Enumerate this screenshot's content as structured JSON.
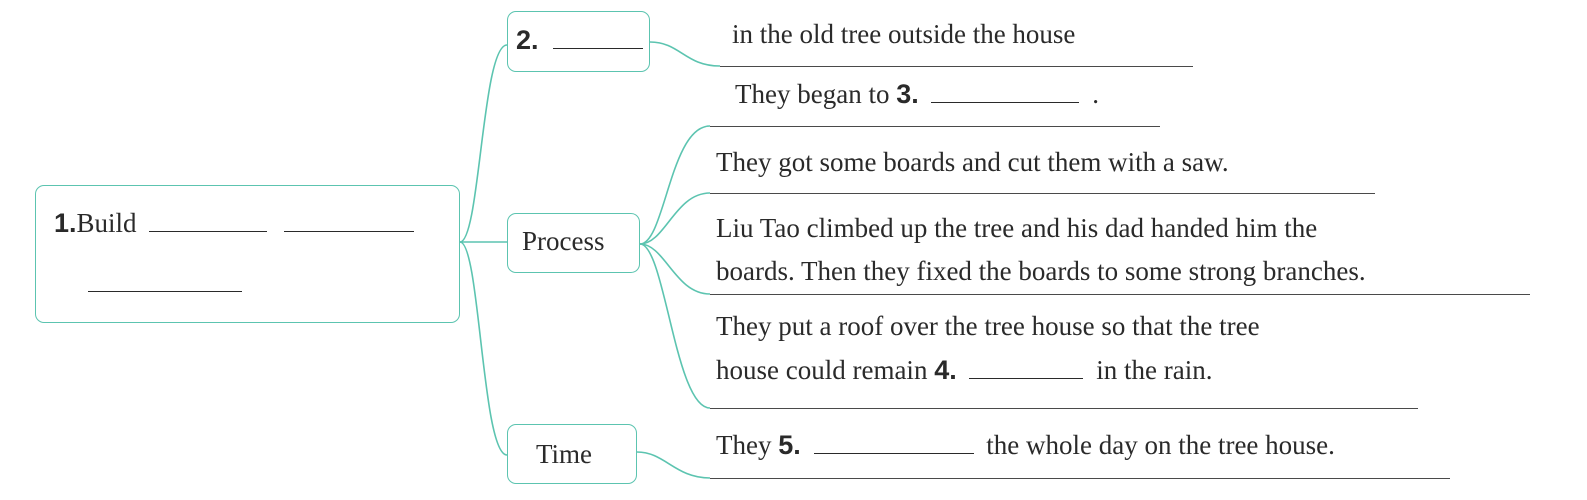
{
  "root": {
    "number": "1.",
    "text": "Build"
  },
  "branches": {
    "place": {
      "number": "2.",
      "line": "in the old tree outside the house"
    },
    "process": {
      "label": "Process",
      "intro_pre": "They began to",
      "intro_number": "3.",
      "intro_post": ".",
      "step_1": "They got some boards and cut them with a saw.",
      "step_2_line1": "Liu Tao climbed up the tree and his dad handed him the",
      "step_2_line2": "boards. Then they fixed the boards to some strong branches.",
      "step_3_line1": "They put a roof over the tree house so that the tree",
      "step_3_pre": "house could remain",
      "step_3_number": "4.",
      "step_3_post": "in the rain."
    },
    "time": {
      "label": "Time",
      "pre": "They",
      "number": "5.",
      "post": "the whole day on the tree house."
    }
  },
  "colors": {
    "connector": "#5cc4b0",
    "text": "#2a2a2a",
    "rule": "#4a4a4a"
  }
}
